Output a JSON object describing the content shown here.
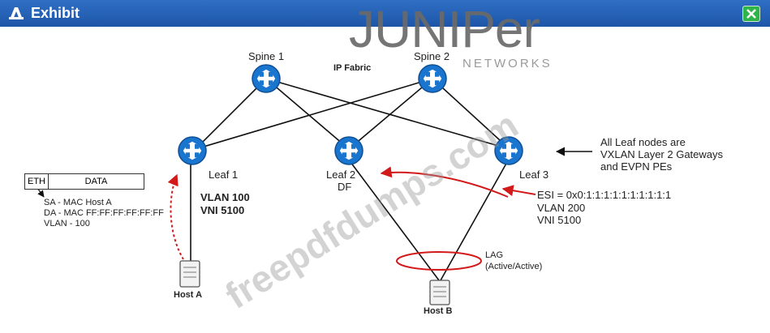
{
  "window": {
    "title": "Exhibit",
    "close_icon": "close-icon"
  },
  "watermark": {
    "logo": "JUNIPer",
    "sub": "NETWORKS",
    "url": "freepdfdumps.com"
  },
  "nodes": {
    "spine1": "Spine 1",
    "spine2": "Spine 2",
    "fabric": "IP Fabric",
    "leaf1": "Leaf 1",
    "leaf2": "Leaf 2",
    "leaf2_role": "DF",
    "leaf3": "Leaf 3",
    "hostA": "Host A",
    "hostB": "Host B"
  },
  "annotations": {
    "leaf1_vlan": "VLAN 100",
    "leaf1_vni": "VNI 5100",
    "gateway_note": [
      "All Leaf nodes are",
      "VXLAN Layer 2 Gateways",
      "and EVPN PEs"
    ],
    "esi": "ESI = 0x0:1:1:1:1:1:1:1:1:1:1",
    "esi_vlan": "VLAN 200",
    "esi_vni": "VNI 5100",
    "lag": [
      "LAG",
      "(Active/Active)"
    ]
  },
  "frame": {
    "eth": "ETH",
    "data": "DATA",
    "lines": [
      "SA - MAC Host A",
      "DA - MAC FF:FF:FF:FF:FF:FF",
      "VLAN - 100"
    ]
  },
  "colors": {
    "title_bar": "#1e56a8",
    "router": "#1a75cf",
    "accent_red": "#d21a1a",
    "line": "#111111"
  }
}
